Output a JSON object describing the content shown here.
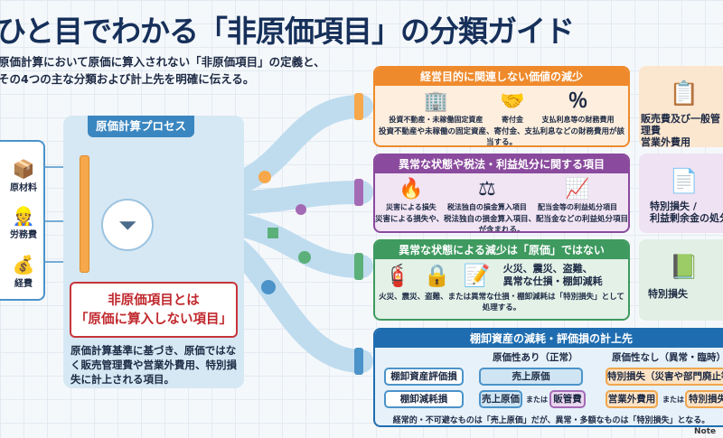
{
  "title": "ひと目でわかる「非原価項目」の分類ガイド",
  "subtitle": [
    "原価計算において原価に算入されない「非原価項目」の定義と、",
    "その4つの主な分類および計上先を明確に伝える。"
  ],
  "inputs": [
    {
      "label": "原材料",
      "icon": "boxes-icon"
    },
    {
      "label": "労務費",
      "icon": "worker-icon"
    },
    {
      "label": "経費",
      "icon": "money-bag-icon"
    }
  ],
  "process": {
    "title": "原価計算プロセス",
    "callout": [
      "非原価項目とは",
      "「原価に算入しない項目」"
    ],
    "description": "原価計算基準に基づき、原価ではなく販売管理費や営業外費用、特別損失に計上される項目。"
  },
  "categories": [
    {
      "title": "経営目的に関連しない価値の減少",
      "items": [
        "投資不動産・未稼働固定資産",
        "寄付金",
        "支払利息等の財務費用"
      ],
      "note": "投資不動産や未稼働の固定資産、寄付金、支払利息などの財務費用が該当する。",
      "destination": "販売費及び一般管理費\n営業外費用",
      "color": "#ef8a2c"
    },
    {
      "title": "異常な状態や税法・利益処分に関する項目",
      "items": [
        "災害による損失",
        "税法独自の損金算入項目",
        "配当金等の利益処分項目"
      ],
      "note": "災害による損失や、税法独自の損金算入項目、配当金などの利益処分項目が含まれる。",
      "destination": "特別損失 /\n利益剰余金の処分",
      "color": "#8a4a9d"
    },
    {
      "title": "異常な状態による減少は「原価」ではない",
      "items_text": "火災、震災、盗難、\n異常な仕損・棚卸減耗",
      "note": "火災、震災、盗難、または異常な仕損・棚卸減耗は「特別損失」として処理する。",
      "destination": "特別損失",
      "color": "#3e9a5f"
    }
  ],
  "inventory": {
    "title": "棚卸資産の減耗・評価損の計上先",
    "col_normal": "原価性あり（正常）",
    "col_abnormal": "原価性なし（異常・臨時）",
    "rows": [
      {
        "label": "棚卸資産評価損",
        "normal": "売上原価",
        "abnormal": "特別損失（災害や部門廃止等）"
      },
      {
        "label": "棚卸減耗損",
        "normal": [
          "売上原価",
          "販管費"
        ],
        "abnormal": [
          "営業外費用",
          "特別損失"
        ]
      }
    ],
    "or": "または",
    "note": "経常的・不可避なものは「売上原価」だが、異常・多額なものは「特別損失」となる。"
  },
  "logo": "Note"
}
